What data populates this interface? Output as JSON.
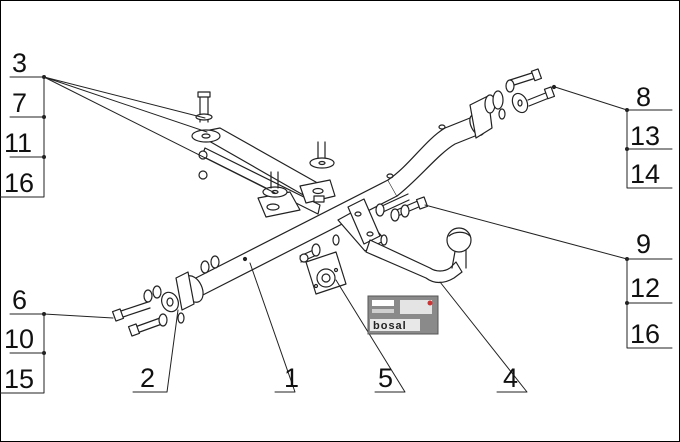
{
  "diagram": {
    "left_group_top": [
      "3",
      "7",
      "11",
      "16"
    ],
    "left_group_bottom": [
      "6",
      "10",
      "15"
    ],
    "right_group_top": [
      "8",
      "13",
      "14"
    ],
    "right_group_bottom": [
      "9",
      "12",
      "16"
    ],
    "bottom_labels": [
      "2",
      "1",
      "5",
      "4"
    ],
    "plate_brand": "bosal",
    "colors": {
      "line": "#222222",
      "plate": "#8a8a8a",
      "background": "#ffffff"
    }
  }
}
